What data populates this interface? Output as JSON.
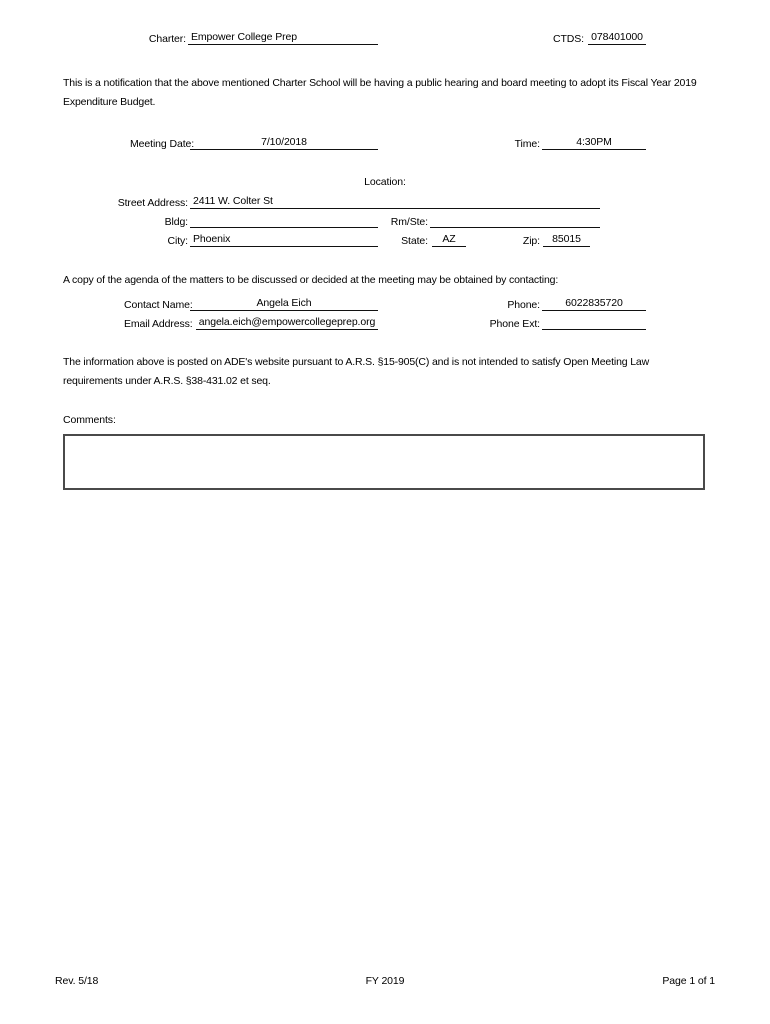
{
  "form": {
    "header": {
      "charter_label": "Charter:",
      "charter_value": "Empower College Prep",
      "ctds_label": "CTDS:",
      "ctds_value": "078401000"
    },
    "intro_paragraph": "This is a notification that the above mentioned Charter School will be having a public hearing and board meeting to adopt its Fiscal Year 2019 Expenditure Budget.",
    "meeting": {
      "date_label": "Meeting Date:",
      "date_value": "7/10/2018",
      "time_label": "Time:",
      "time_value": "4:30PM"
    },
    "location": {
      "heading": "Location:",
      "street_label": "Street Address:",
      "street_value": "2411 W. Colter St",
      "bldg_label": "Bldg:",
      "bldg_value": "",
      "rmste_label": "Rm/Ste:",
      "rmste_value": "",
      "city_label": "City:",
      "city_value": "Phoenix",
      "state_label": "State:",
      "state_value": "AZ",
      "zip_label": "Zip:",
      "zip_value": "85015"
    },
    "agenda_paragraph": "A copy of the agenda of the matters to be discussed or decided at the meeting may be obtained by contacting:",
    "contact": {
      "name_label": "Contact Name:",
      "name_value": "Angela Eich",
      "email_label": "Email Address:",
      "email_value": "angela.eich@empowercollegeprep.org",
      "phone_label": "Phone:",
      "phone_value": "6022835720",
      "phone_ext_label": "Phone Ext:",
      "phone_ext_value": ""
    },
    "disclaimer_paragraph": "The information above is posted on ADE's website pursuant to A.R.S. §15-905(C) and is not intended to satisfy Open Meeting Law requirements under A.R.S. §38-431.02 et seq.",
    "comments": {
      "label": "Comments:",
      "value": ""
    },
    "footer": {
      "revision": "Rev. 5/18",
      "fiscal_year": "FY 2019",
      "page": "Page 1 of 1"
    }
  }
}
